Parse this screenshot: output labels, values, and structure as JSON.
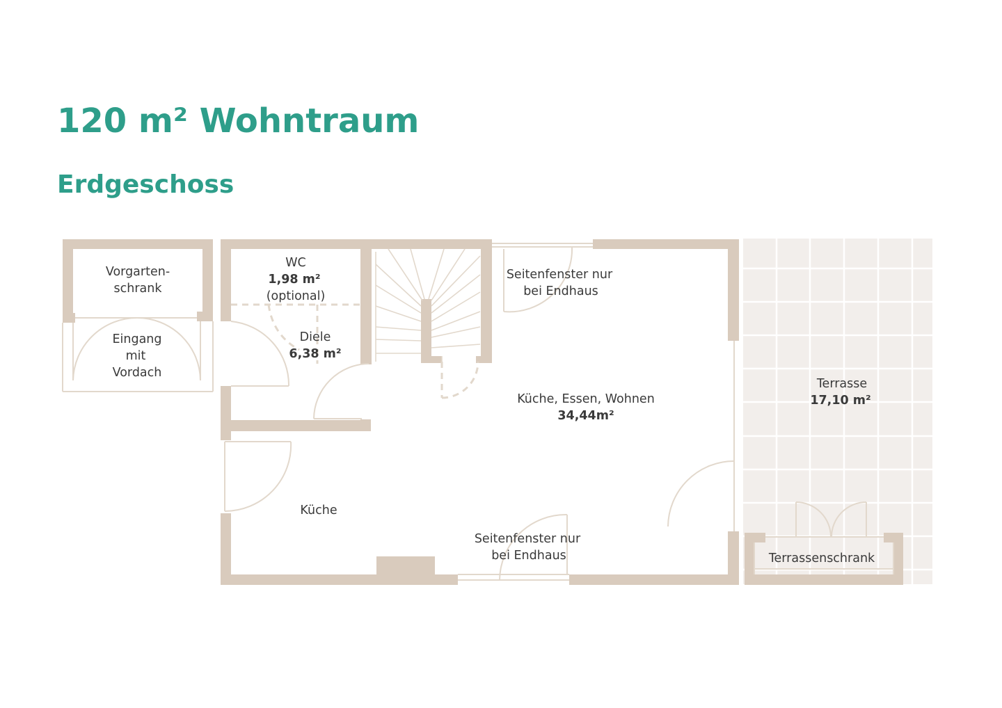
{
  "header": {
    "title": "120 m² Wohntraum",
    "subtitle": "Erdgeschoss"
  },
  "colors": {
    "accent": "#2e9e8a",
    "wall": "#d9cbbd",
    "terrace": "#f2eeeb",
    "text": "#3a3a3a"
  },
  "rooms": {
    "vorgartenschrank": {
      "line1": "Vorgarten-",
      "line2": "schrank"
    },
    "eingang": {
      "line1": "Eingang",
      "line2": "mit",
      "line3": "Vordach"
    },
    "wc": {
      "name": "WC",
      "area": "1,98 m²",
      "note": "(optional)"
    },
    "diele": {
      "name": "Diele",
      "area": "6,38 m²"
    },
    "fenster_oben": {
      "line1": "Seitenfenster nur",
      "line2": "bei Endhaus"
    },
    "wohnen": {
      "name": "Küche, Essen, Wohnen",
      "area": "34,44m²"
    },
    "kueche": {
      "name": "Küche"
    },
    "fenster_unten": {
      "line1": "Seitenfenster nur",
      "line2": "bei Endhaus"
    },
    "terrasse": {
      "name": "Terrasse",
      "area": "17,10 m²"
    },
    "terrassenschrank": {
      "name": "Terrassenschrank"
    }
  }
}
